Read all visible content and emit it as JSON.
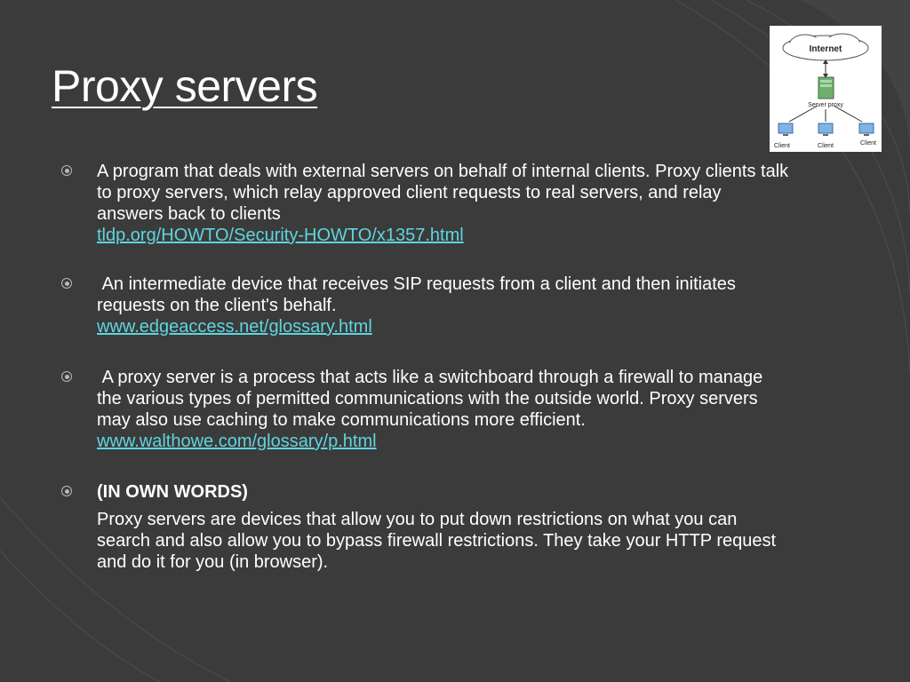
{
  "slide": {
    "title": "Proxy servers",
    "accent_link_color": "#5fd5de",
    "background_color": "#3b3b3b"
  },
  "diagram": {
    "internet_label": "Internet",
    "server_label": "Server proxy",
    "clients": [
      "Client",
      "Client",
      "Client"
    ]
  },
  "bullets": [
    {
      "text": "A program that deals with external servers on behalf of internal clients. Proxy clients talk to proxy servers, which relay approved client requests to real servers, and relay answers back to clients",
      "link": "tldp.org/HOWTO/Security-HOWTO/x1357.html"
    },
    {
      "text": "An intermediate device that receives SIP requests from a client and then initiates requests on the client's behalf.",
      "link": "www.edgeaccess.net/glossary.html"
    },
    {
      "text": "A proxy server is a process that acts like a switchboard through a firewall to manage the various types of permitted communications with the outside world. Proxy servers may also use caching to make communications more efficient.",
      "link": "www.walthowe.com/glossary/p.html"
    },
    {
      "heading": "(IN OWN WORDS)",
      "text": "Proxy servers are devices that allow you to put down restrictions on what you can search and also allow you to bypass firewall restrictions. They take your HTTP request and do it for you (in browser)."
    }
  ]
}
